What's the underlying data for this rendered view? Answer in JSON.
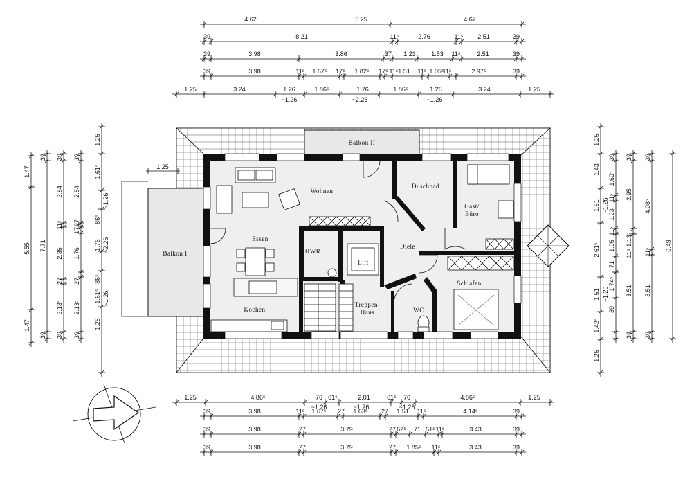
{
  "rooms": {
    "balkon2": "Balkon II",
    "wohnen": "Wohnen",
    "duschbad": "Duschbad",
    "gast_line1": "Gast/",
    "gast_line2": "Büro",
    "essen": "Essen",
    "hwr": "HWR",
    "lift": "Lift",
    "diele": "Diele",
    "balkon1": "Balkon I",
    "schlafen": "Schlafen",
    "treppen_line1": "Treppen-",
    "treppen_line2": "Haus",
    "wc": "WC",
    "kochen": "Kochen"
  },
  "dimensions": {
    "top": [
      [
        "4.62",
        "5.25",
        "4.62"
      ],
      [
        "39",
        "8.21",
        "11⁵",
        "2.76",
        "11⁵",
        "2.51",
        "39"
      ],
      [
        "39",
        "3.98",
        "3.86",
        "37",
        "1.23",
        "1.53",
        "11⁵",
        "2.51",
        "39"
      ],
      [
        "39",
        "3.98",
        "11⁵",
        "1.67⁵",
        "17⁵",
        "1.82⁵",
        "17⁵",
        "11⁵",
        "1.51",
        "11⁵",
        "1.05⁵",
        "11⁵",
        "2.97⁵",
        "39"
      ],
      [
        "1.25",
        "3.24",
        "1.26",
        "1.86⁵",
        "1.76",
        "1.86⁵",
        "1.26",
        "3.24",
        "1.25"
      ],
      [
        "~1.26",
        "~2.26",
        "~1.26"
      ]
    ],
    "bottom": [
      [
        "1.25",
        "4.86⁵",
        "76",
        "61⁵",
        "2.01",
        "61⁵",
        "76",
        "4.86⁵",
        "1.25"
      ],
      [
        "~1.26",
        "~1.26",
        "~1.26"
      ],
      [
        "39",
        "3.98",
        "11⁵",
        "1.67⁵",
        "27",
        "1.63⁵",
        "27",
        "1.51",
        "11⁵",
        "4.14⁵",
        "39"
      ],
      [
        "39",
        "3.98",
        "27",
        "3.79",
        "27",
        "62⁵",
        "71",
        "51⁵",
        "11⁵",
        "3.43",
        "39"
      ],
      [
        "39",
        "3.98",
        "27",
        "3.79",
        "27",
        "1.85⁵",
        "11⁵",
        "3.43",
        "39"
      ]
    ],
    "left": [
      [
        "1.47",
        "5.55",
        "1.47"
      ],
      [
        "39",
        "7.71",
        "39"
      ],
      [
        "39",
        "2.84",
        "11⁵",
        "2.35",
        "27",
        "2.13⁵",
        "39"
      ],
      [
        "39",
        "2.84",
        "27",
        "17⁵",
        "1.76",
        "27",
        "2.13⁵",
        "39"
      ],
      [
        "1.25",
        "1.61⁵",
        "86⁵",
        "1.76",
        "86⁵",
        "1.61⁵",
        "1.25"
      ],
      [
        "~1.26",
        "~2.26",
        "~1.26"
      ]
    ],
    "right": [
      [
        "1.25",
        "1.43",
        "1.51",
        "2.61⁵",
        "1.51",
        "1.42⁵",
        "1.25"
      ],
      [
        "~1.26",
        "~1.26"
      ],
      [
        "39",
        "1.60⁵",
        "11⁵",
        "1.23",
        "11⁵",
        "1.05",
        "71",
        "1.74⁵",
        "39"
      ],
      [
        "39",
        "2.95",
        "1.13⁵",
        "11⁵",
        "3.51",
        "39"
      ],
      [
        "39",
        "4.08⁵",
        "11⁵",
        "3.51",
        "39"
      ],
      [
        "8.49"
      ]
    ],
    "balcony_offset": "1.25"
  }
}
